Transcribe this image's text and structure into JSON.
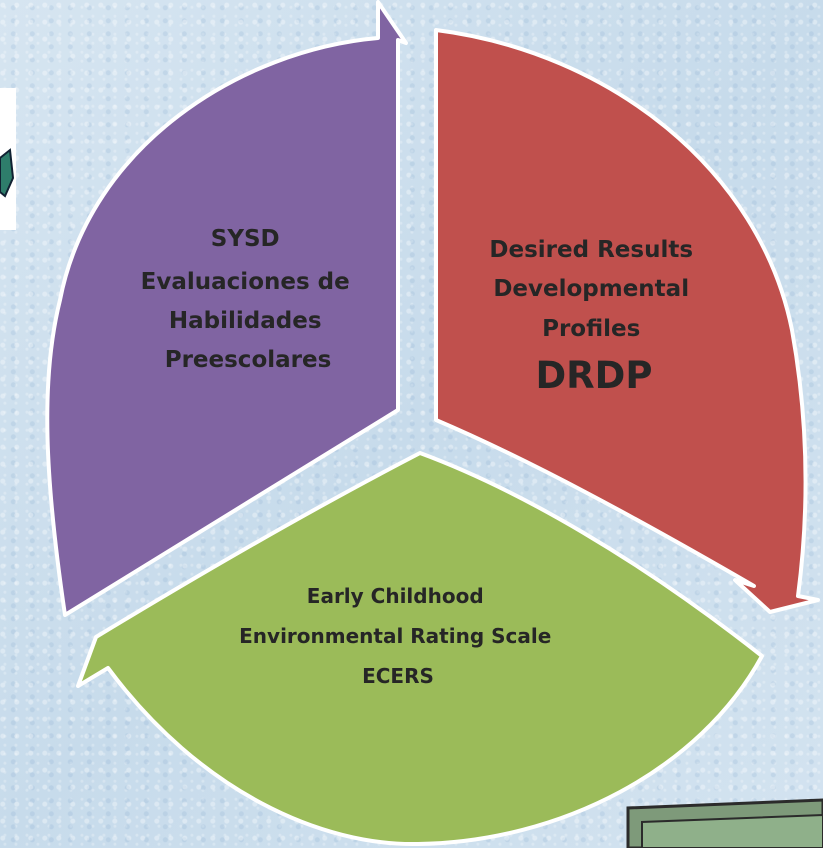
{
  "diagram": {
    "segments": [
      {
        "id": "sysd",
        "color": "#8064a2",
        "lines": [
          "SYSD",
          "Evaluaciones de",
          "Habilidades",
          "Preescolares"
        ]
      },
      {
        "id": "drdp",
        "color": "#c0504d",
        "lines": [
          "Desired Results",
          "Developmental",
          "Profiles"
        ],
        "acronym": "DRDP"
      },
      {
        "id": "ecers",
        "color": "#9bbb59",
        "lines": [
          "Early Childhood",
          "Environmental Rating Scale",
          "ECERS"
        ]
      }
    ]
  }
}
